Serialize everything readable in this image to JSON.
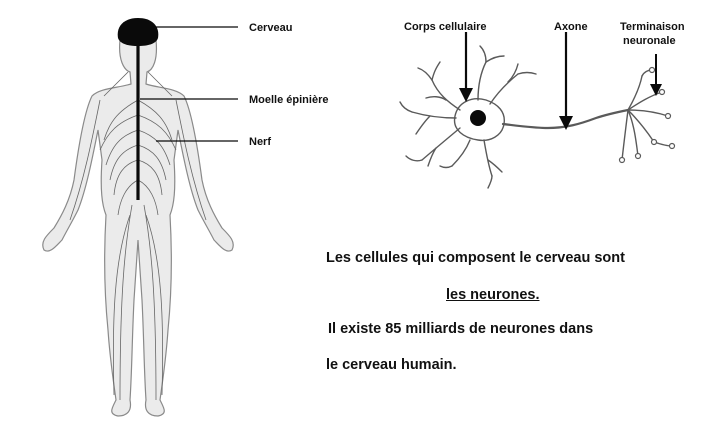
{
  "body_labels": {
    "brain": "Cerveau",
    "spinal_cord": "Moelle épinière",
    "nerve": "Nerf"
  },
  "neuron_labels": {
    "cell_body": "Corps cellulaire",
    "axon": "Axone",
    "terminal_line1": "Terminaison",
    "terminal_line2": "neuronale"
  },
  "caption": {
    "line1": "Les cellules qui composent le cerveau sont",
    "line2": "les neurones.",
    "line3": "Il existe 85 milliards de neurones dans",
    "line4": "le cerveau humain."
  },
  "colors": {
    "ink": "#111111",
    "body_fill": "#ebebeb",
    "body_stroke": "#8a8a8a",
    "brain": "#0a0a0a",
    "nerve": "#666666"
  }
}
